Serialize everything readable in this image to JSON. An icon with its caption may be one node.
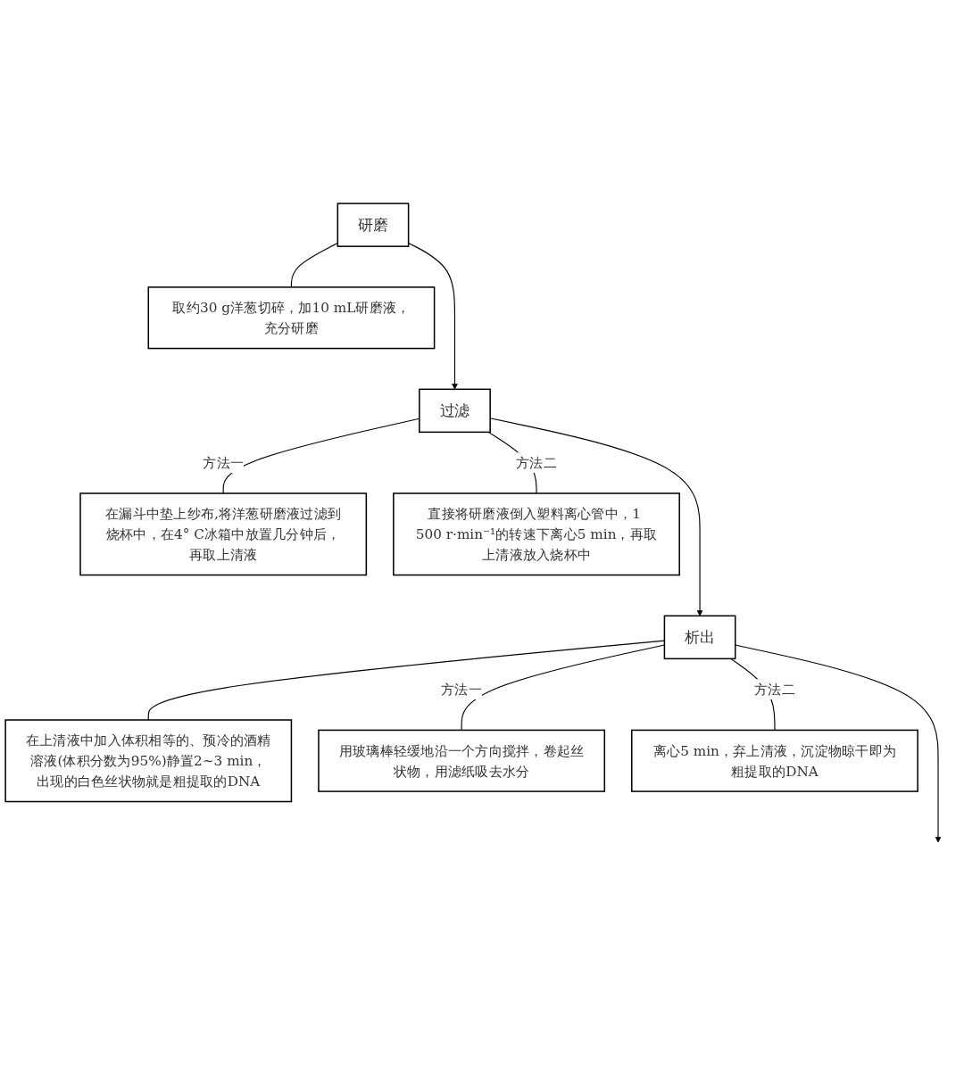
{
  "diagram": {
    "nodes": [
      {
        "text": [
          "研磨"
        ]
      },
      {
        "text": [
          "取约30 g洋葱切碎，加10 mL研磨液，充分研磨"
        ]
      },
      {
        "text": [
          "过滤"
        ]
      },
      {
        "text": [
          "在漏斗中垫上纱布,将洋葱研磨液过滤到烧杯中，在4° C冰箱中放置几分钟后，再取上清液"
        ]
      },
      {
        "text": [
          "直接将研磨液倒入塑料离心管中，1 500 r·min⁻¹的转速下离心5 min，再取上清液放入烧杯中"
        ]
      },
      {
        "text": [
          "析出"
        ]
      },
      {
        "text": [
          "在上清液中加入体积相等的、预冷的酒精溶液(体积分数为95%)静置2~3 min，出现的白色丝状物就是粗提取的DNA"
        ]
      },
      {
        "text": [
          "用玻璃棒轻缓地沿一个方向搅拌，卷起丝状物，用滤纸吸去水分"
        ]
      },
      {
        "text": [
          "离心5 min，弃上清液，沉淀物晾干即为粗提取的DNA"
        ]
      }
    ],
    "edges": [
      {
        "from": 0,
        "to": 1,
        "arrow": "none"
      },
      {
        "from": 0,
        "to": 2,
        "arrow": "to"
      },
      {
        "from": 2,
        "to": 3,
        "arrow": "none",
        "label": "方法一"
      },
      {
        "from": 2,
        "to": 4,
        "arrow": "none",
        "label": "方法二"
      },
      {
        "from": 2,
        "to": 5,
        "arrow": "to"
      },
      {
        "from": 5,
        "to": 6,
        "arrow": "none"
      },
      {
        "from": 5,
        "to": 7,
        "arrow": "none",
        "label": "方法一"
      },
      {
        "from": 5,
        "to": 8,
        "arrow": "none",
        "label": "方法二"
      },
      {
        "from": 5,
        "to": null,
        "arrow": "to"
      }
    ]
  }
}
